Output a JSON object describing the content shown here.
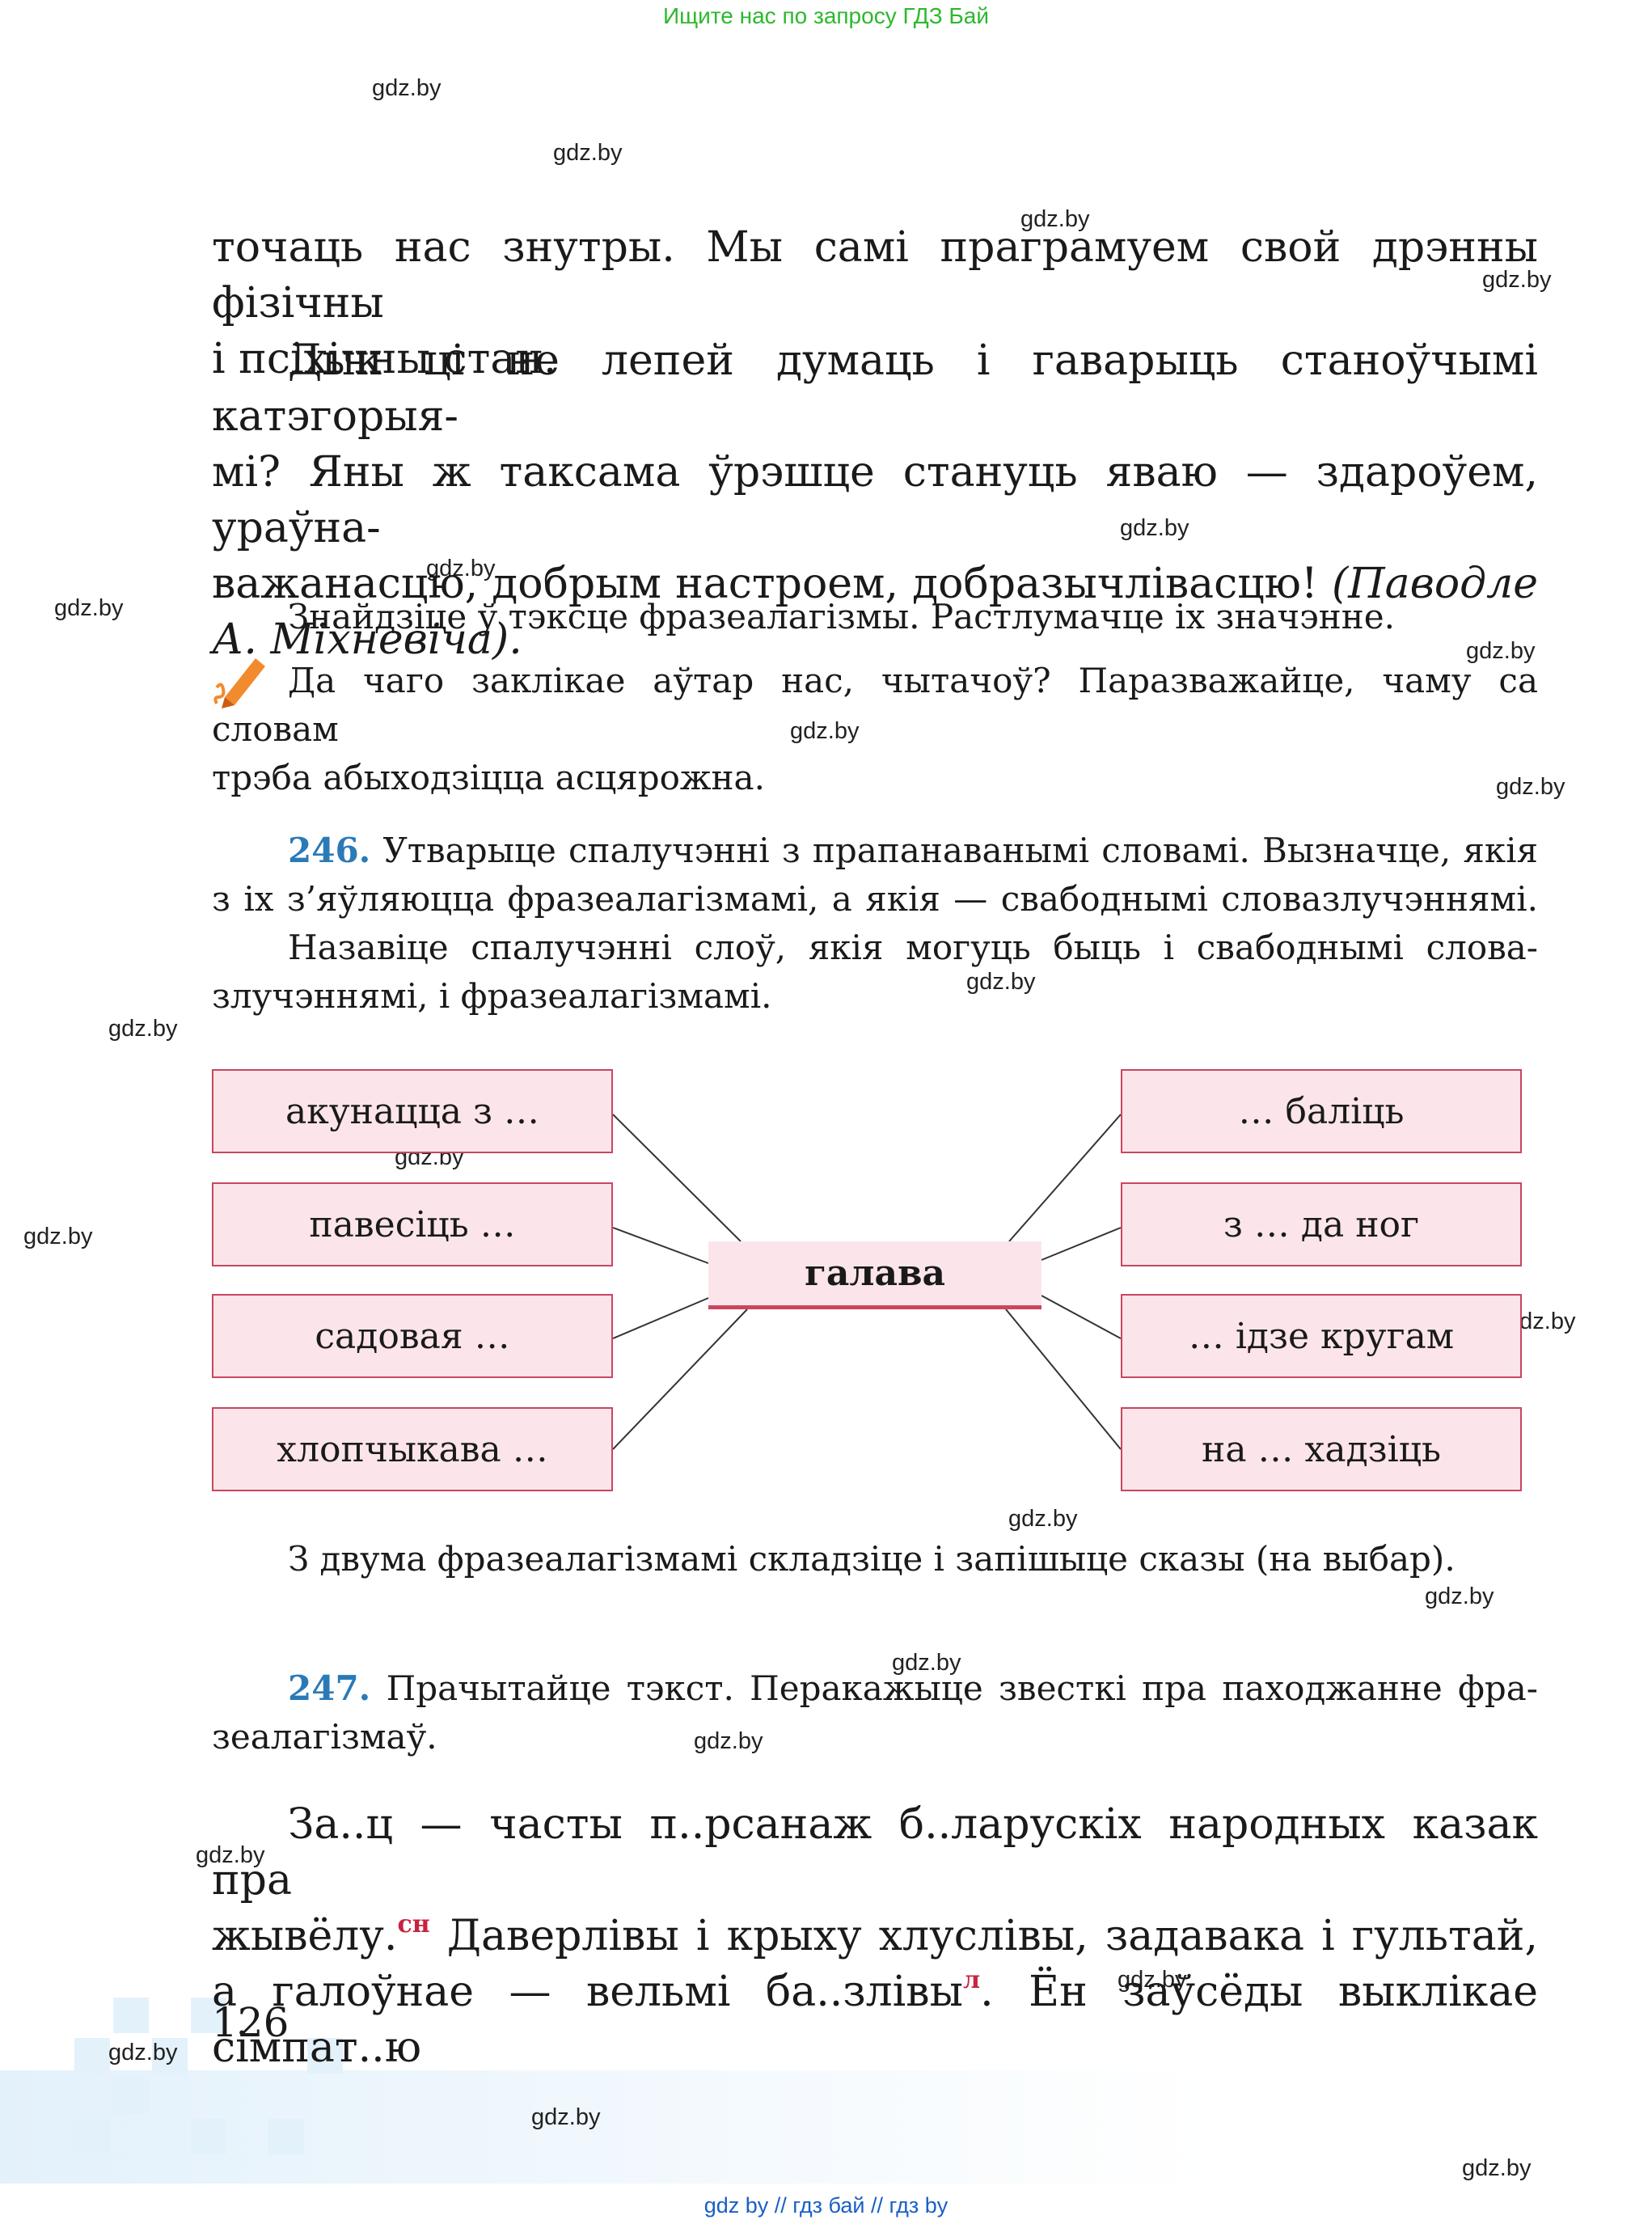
{
  "banner": "Ищите нас по запросу ГДЗ Бай",
  "watermark": "gdz.by",
  "bottom_links": "gdz by  //  гдз бай  //  гдз by",
  "text": {
    "p1_line1": "точаць нас знутры. Мы самі праграмуем свой дрэнны фізічны",
    "p1_line2": "і псіхічны стан.",
    "p2_line1": "Дык ці не лепей думаць і гаварыць станоўчымі катэгорыя-",
    "p2_line2": "мі? Яны ж таксама ўрэшце стануць явaю — здароўем, ураўна-",
    "p2_line3": "важанасцю, добрым настроем, добразычлівасцю!",
    "p2_source_a": "(Паводле",
    "p2_source_b": "А. Міхневіча).",
    "task_a": "Знайдзіце ў тэксце фразеалагізмы. Растлумачце іх значэнне.",
    "task_b_line1": "Да чаго заклікае аўтар нас, чытачоў? Паразважайце, чаму са словам",
    "task_b_line2": "трэба абыходзіцца асцярожна."
  },
  "ex246": {
    "number": "246.",
    "line1": "Утварыце спалучэнні з прапанаванымі словамі. Вызначце, якія",
    "line2": "з іх з’яўляюцца фразеалагізмамі, а якія — свабоднымі словазлучэннямі.",
    "line3": "Назавіце спалучэнні слоў, якія могуць быць і свабоднымі слова-",
    "line4": "злучэннямі, і фразеалагізмамі.",
    "center": "галава",
    "left_boxes": [
      "акунацца з …",
      "павесіць …",
      "садовая …",
      "хлопчыкава …"
    ],
    "right_boxes": [
      "… баліць",
      "з … да ног",
      "… ідзе кругам",
      "на … хадзіць"
    ],
    "after": "З двума фразеалагізмамі складзіце і запішыце сказы (на выбар)."
  },
  "ex247": {
    "number": "247.",
    "line1": "Прачытайце тэкст. Перакажыце звесткі пра паходжанне фра-",
    "line2": "зеалагізмаў."
  },
  "story": {
    "l1": "За..ц — часты п..рсанаж б..ларускіх народных казак пра",
    "l2a": "жывёлу.",
    "l2_sup": "сн",
    "l2b": " Даверлівы і крыху хлуслівы, задавака і гультай,",
    "l3a": "а галоўнае — вельмі ба..злівы",
    "l3_sup": "л",
    "l3b": ". Ён заўсёды выклікае сімпат..ю"
  },
  "page_number": "126",
  "colors": {
    "accent_blue": "#2a7ab8",
    "box_fill": "#fbe5ea",
    "box_border": "#c8475e",
    "banner_green": "#2db82d"
  }
}
